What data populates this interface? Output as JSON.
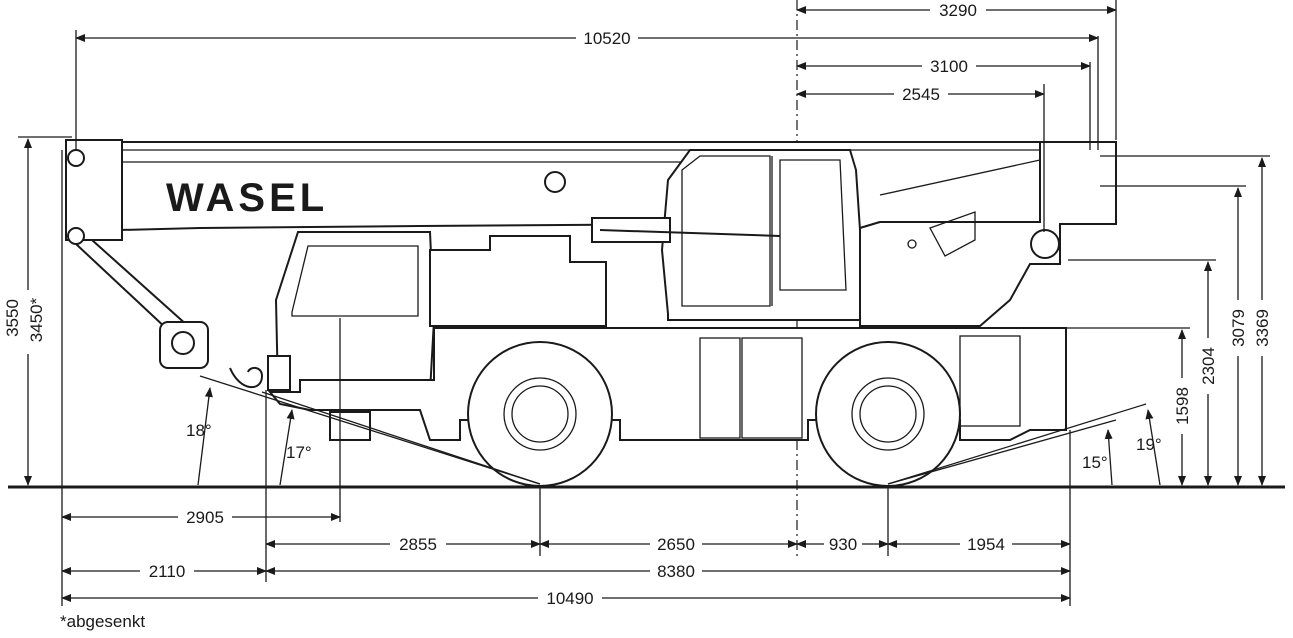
{
  "brand": "WASEL",
  "footnote": "*abgesenkt",
  "dimensions": {
    "top_3290": "3290",
    "overall_10520": "10520",
    "d_3100": "3100",
    "d_2545": "2545",
    "left_3550": "3550",
    "left_3450": "3450*",
    "right_3079": "3079",
    "right_3369": "3369",
    "right_2304": "2304",
    "right_1598": "1598",
    "front_2905": "2905",
    "d_2855": "2855",
    "wheelbase_2650": "2650",
    "d_930": "930",
    "d_1954": "1954",
    "front_2110": "2110",
    "d_8380": "8380",
    "length_10490": "10490"
  },
  "angles": {
    "front_18": "18°",
    "front_17": "17°",
    "rear_19": "19°",
    "rear_15": "15°"
  }
}
